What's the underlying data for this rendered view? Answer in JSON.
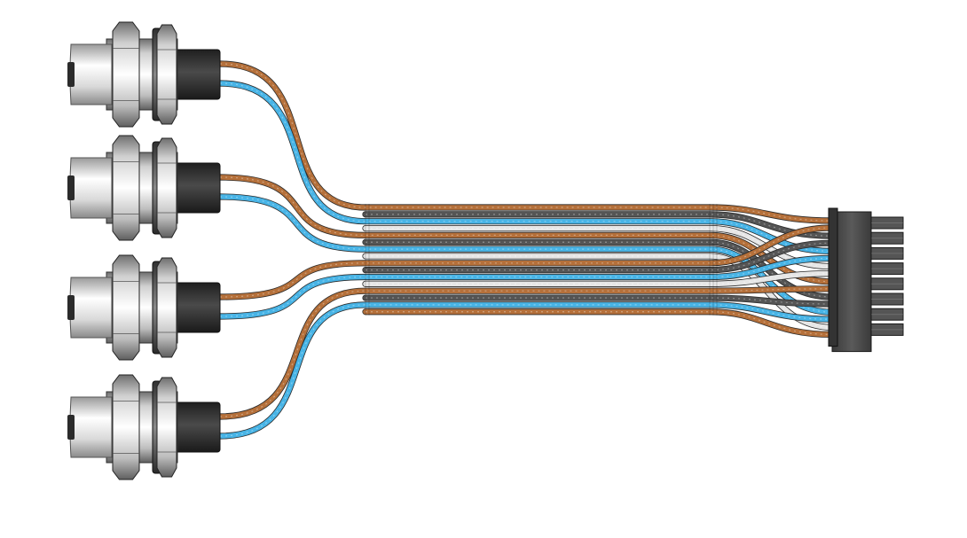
{
  "diagram": {
    "type": "cable-harness-render",
    "background_color": "#ffffff",
    "wire_colors": {
      "brown": "#b5703a",
      "blue": "#48b4e6",
      "dark_gray": "#555555",
      "light_gray": "#e6e6e6"
    },
    "wire_color_sequence": [
      "brown",
      "dark_gray",
      "blue",
      "light_gray",
      "brown",
      "dark_gray",
      "blue",
      "light_gray",
      "brown",
      "dark_gray",
      "blue",
      "light_gray",
      "brown",
      "dark_gray",
      "blue",
      "brown"
    ],
    "panel_connectors": [
      {
        "id": "c1",
        "wires": [
          "brown",
          "blue"
        ]
      },
      {
        "id": "c2",
        "wires": [
          "brown",
          "blue"
        ]
      },
      {
        "id": "c3",
        "wires": [
          "brown",
          "blue"
        ]
      },
      {
        "id": "c4",
        "wires": [
          "brown",
          "blue"
        ]
      }
    ],
    "header_connector": {
      "pin_count": 8,
      "body_color": "#4a4a4a",
      "pin_color": "#555555"
    }
  }
}
